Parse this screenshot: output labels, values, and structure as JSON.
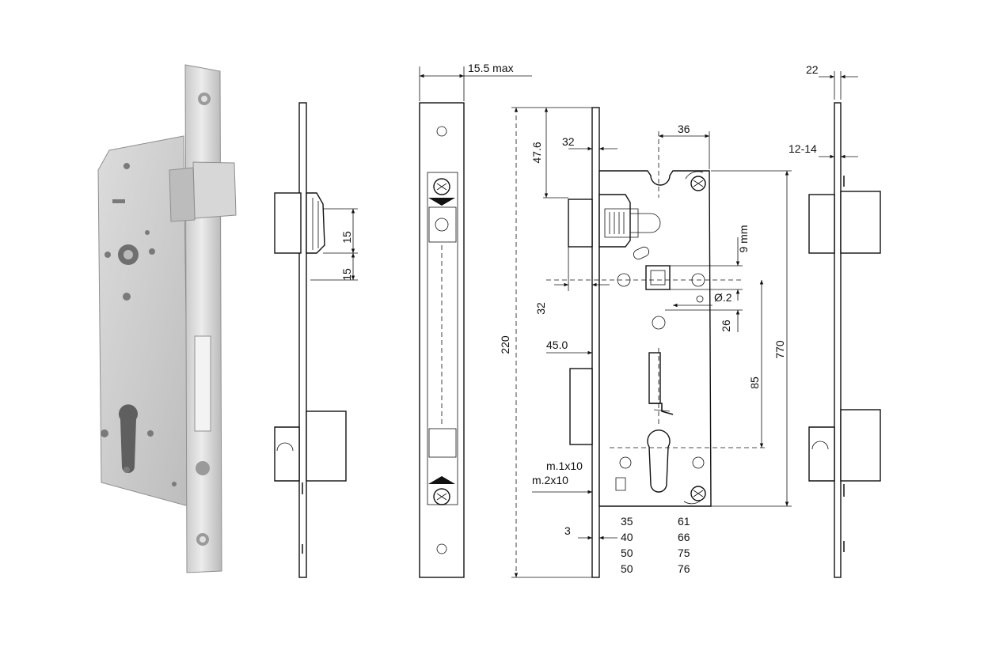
{
  "colors": {
    "ink": "#111111",
    "paper": "#ffffff",
    "steel_light": "#e6e6e6",
    "steel_mid": "#c9c9c9",
    "steel_dark": "#8f8f8f"
  },
  "icons": {
    "photo": "mortise-lock-photo-icon",
    "screw": "screw-head-icon"
  },
  "dimensions": {
    "faceplate_thickness": "15.5 max",
    "backset_width": "36",
    "latch_offset_top": "47.6",
    "latch_projection": "32",
    "latch_gap_a": "15",
    "latch_gap_b": "15",
    "spindle_offset": "32",
    "total_length": "220",
    "follower": "9 mm",
    "spindle_dia": "Ø.2",
    "follower_gap": "26",
    "bolt_throw": "45.0",
    "center_distance": "85",
    "case_height": "770",
    "screw_a": "m.1x10",
    "screw_b": "m.2x10",
    "front_offset": "3",
    "right_width": "22",
    "door_thickness": "12-14"
  },
  "backset_table": {
    "col1": [
      "35",
      "40",
      "50",
      "50"
    ],
    "col2": [
      "61",
      "66",
      "75",
      "76"
    ]
  }
}
